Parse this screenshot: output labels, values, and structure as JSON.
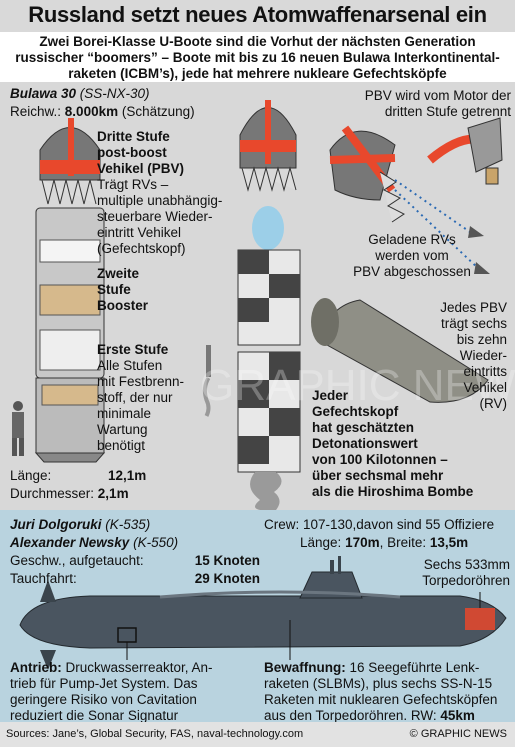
{
  "title": "Russland setzt neues Atomwaffenarsenal ein",
  "subtitle_lines": [
    "Zwei Borei-Klasse U-Boote sind die Vorhut der nächsten Generation",
    "russischer “boomers” – Boote mit bis zu 16 neuen Bulawa Interkontinental-",
    "raketen (ICBM’s), jede hat mehrere nukleare Gefechtsköpfe"
  ],
  "missile": {
    "name": "Bulawa 30",
    "code": "(SS-NX-30)",
    "range_label": "Reichw.:",
    "range_value": "8.000km",
    "range_note": "(Schätzung)",
    "length_label": "Länge:",
    "length_value": "12,1m",
    "diameter_label": "Durchmesser:",
    "diameter_value": "2,1m"
  },
  "stages": {
    "third_title_1": "Dritte Stufe",
    "third_title_2": "post-boost",
    "third_title_3": "Vehikel (PBV)",
    "third_desc": [
      "Trägt RVs –",
      "multiple unabhängig-",
      "steuerbare Wieder-",
      "eintritt Vehikel",
      "(Gefechtskopf)"
    ],
    "second_title": [
      "Zweite",
      "Stufe",
      "Booster"
    ],
    "first_title": "Erste Stufe",
    "first_desc": [
      "Alle Stufen",
      "mit Festbrenn-",
      "stoff, der nur",
      "minimale",
      "Wartung",
      "benötigt"
    ]
  },
  "pbv": {
    "separation_note": [
      "PBV wird vom Motor der",
      "dritten Stufe getrennt"
    ],
    "rvs_fired": [
      "Geladene RVs",
      "werden vom",
      "PBV abgeschossen"
    ],
    "pbv_count": [
      "Jedes PBV",
      "trägt sechs",
      "bis zehn",
      "Wieder-",
      "eintritts",
      "Vehikel",
      "(RV)"
    ],
    "warhead": [
      "Jeder",
      "Gefechtskopf",
      "hat geschätzten",
      "Detonationswert",
      "von 100 Kilotonnen –",
      "über sechsmal mehr",
      "als die Hiroshima Bombe"
    ]
  },
  "submarine": {
    "name1": "Juri Dolgoruki",
    "code1": "(K-535)",
    "name2": "Alexander Newsky",
    "code2": "(K-550)",
    "surface_speed_label": "Geschw., aufgetaucht:",
    "surface_speed": "15 Knoten",
    "dive_speed_label": "Tauchfahrt:",
    "dive_speed": "29 Knoten",
    "crew": "Crew: 107-130,davon sind 55 Offiziere",
    "length_label": "Länge:",
    "length_value": "170m",
    "width_label": ", Breite:",
    "width_value": "13,5m",
    "tubes": [
      "Sechs 533mm",
      "Torpedoröhren"
    ],
    "propulsion_label": "Antrieb:",
    "propulsion_text": [
      " Druckwasserreaktor, An-",
      "trieb für Pump-Jet System. Das",
      "geringere Risiko von Cavitation",
      "reduziert die Sonar Signatur"
    ],
    "armament_label": "Bewaffnung:",
    "armament_text": [
      " 16 Seegeführte Lenk-",
      "raketen (SLBMs), plus sechs SS-N-15",
      "Raketen mit nuklearen Gefechtsköpfen",
      "aus den Torpedoröhren. RW: "
    ],
    "armament_range": "45km"
  },
  "footer": {
    "sources": "Sources: Jane’s, Global Security, FAS, naval-technology.com",
    "credit": "© GRAPHIC NEWS"
  },
  "watermark": "GRAPHIC NEWS",
  "colors": {
    "accent": "#e8482c",
    "panel": "#d8d8d8",
    "sea": "#b9d3df",
    "hull": "#4a5560"
  }
}
